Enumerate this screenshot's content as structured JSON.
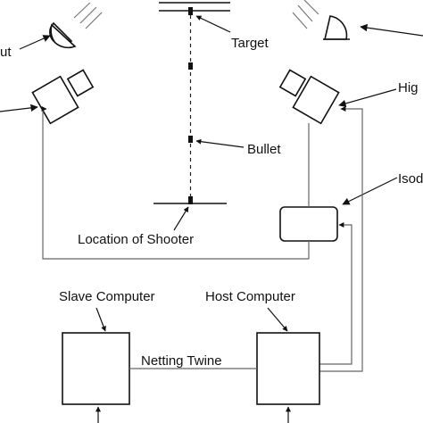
{
  "labels": {
    "target": "Target",
    "bullet": "Bullet",
    "location_of_shooter": "Location of Shooter",
    "slave_computer": "Slave Computer",
    "host_computer": "Host Computer",
    "netting_twine": "Netting Twine",
    "light_left_partial": "ut",
    "high_speed_partial": "Hig",
    "isod_partial": "Isod"
  },
  "colors": {
    "line": "#555555",
    "box": "#111111",
    "text": "#111111"
  }
}
